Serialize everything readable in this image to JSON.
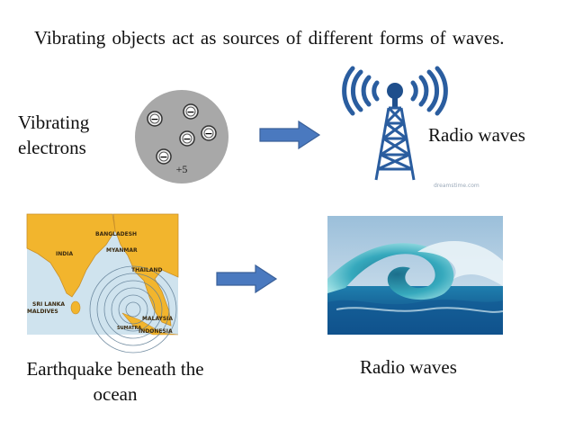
{
  "intro": "Vibrating objects act as sources of different forms of waves.",
  "vibrating_label": "Vibrating electrons",
  "nucleus_charge": "+5",
  "electron_symbol": "−",
  "watermark": "dreamstime.com",
  "radio_label_1": "Radio waves",
  "earthquake_label": "Earthquake beneath the ocean",
  "radio_label_2": "Radio waves",
  "map_labels": {
    "bangladesh": "BANGLADESH",
    "india": "INDIA",
    "myanmar": "MYANMAR",
    "thailand": "THAILAND",
    "sri_lanka": "SRI LANKA",
    "maldives": "MALDIVES",
    "malaysia": "MALAYSIA",
    "sumatra": "SUMATRA",
    "indonesia": "INDONESIA"
  },
  "colors": {
    "arrow": "#4a79bf",
    "arrow_stroke": "#3a6099",
    "atom": "#a8a8a8",
    "tower": "#2a5d9f",
    "land": "#f2b52d",
    "sea": "#cfe3ee"
  }
}
